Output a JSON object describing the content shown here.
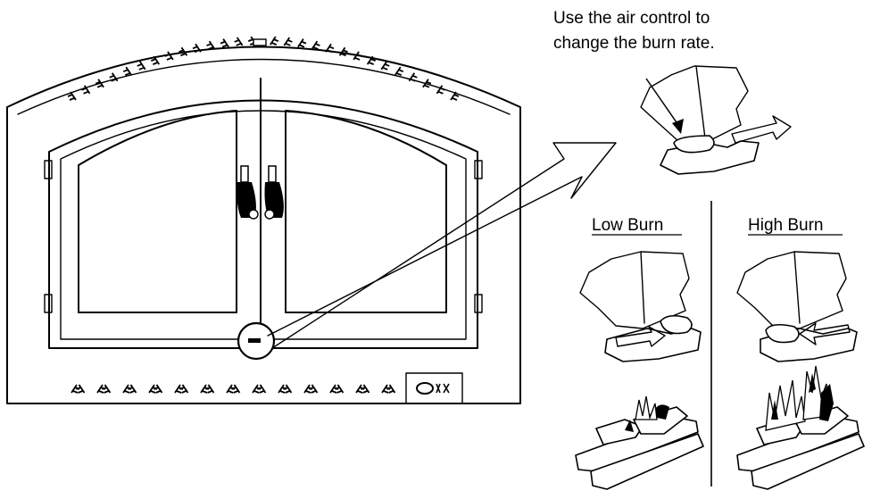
{
  "instruction": {
    "line1": "Use the air control to",
    "line2": "change the burn rate."
  },
  "low_burn": {
    "label": "Low Burn"
  },
  "high_burn": {
    "label": "High Burn"
  }
}
